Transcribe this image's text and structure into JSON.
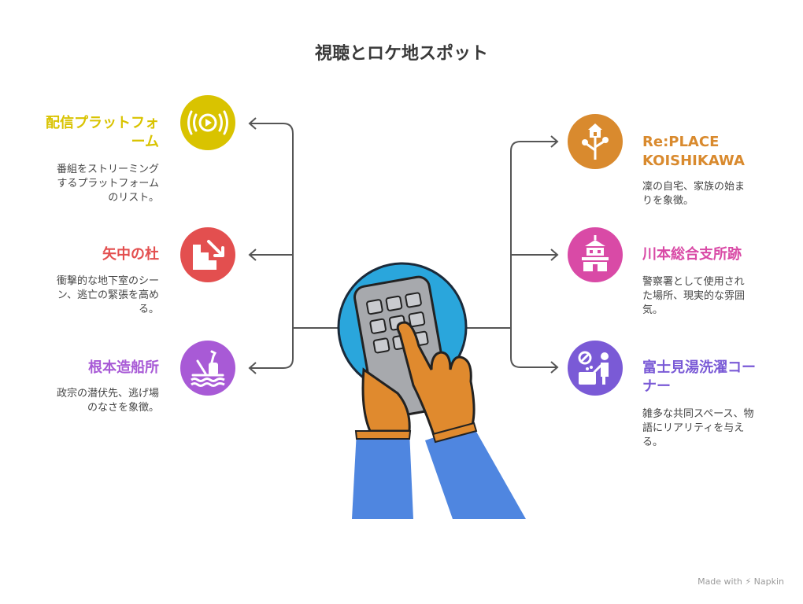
{
  "title": "視聴とロケ地スポット",
  "footer": {
    "made_with": "Made with",
    "brand": "Napkin"
  },
  "items": [
    {
      "label_lines": [
        "配信プラットフォ",
        "ーム"
      ],
      "desc_lines": [
        "番組をストリーミング",
        "するプラットフォーム",
        "のリスト。"
      ],
      "color": "#d9c300",
      "icon": "play-broadcast-icon"
    },
    {
      "label_lines": [
        "矢中の杜"
      ],
      "desc_lines": [
        "衝撃的な地下室のシー",
        "ン、逃亡の緊張を高め",
        "る。"
      ],
      "color": "#e34f4f",
      "icon": "stairs-down-icon"
    },
    {
      "label_lines": [
        "根本造船所"
      ],
      "desc_lines": [
        "政宗の潜伏先、逃げ場",
        "のなさを象徴。"
      ],
      "color": "#a85ad6",
      "icon": "shipyard-icon"
    },
    {
      "label_lines": [
        "Re:PLACE",
        "KOISHIKAWA"
      ],
      "desc_lines": [
        "凜の自宅、家族の始ま",
        "りを象徴。"
      ],
      "color": "#d98a2e",
      "icon": "house-tree-icon"
    },
    {
      "label_lines": [
        "川本総合支所跡"
      ],
      "desc_lines": [
        "警察署として使用され",
        "た場所、現実的な雰囲",
        "気。"
      ],
      "color": "#d94aa6",
      "icon": "building-icon"
    },
    {
      "label_lines": [
        "富士見湯洗濯コー",
        "ナー"
      ],
      "desc_lines": [
        "雑多な共同スペース、物",
        "語にリアリティを与え",
        "る。"
      ],
      "color": "#7a5ad6",
      "icon": "laundry-icon"
    }
  ]
}
